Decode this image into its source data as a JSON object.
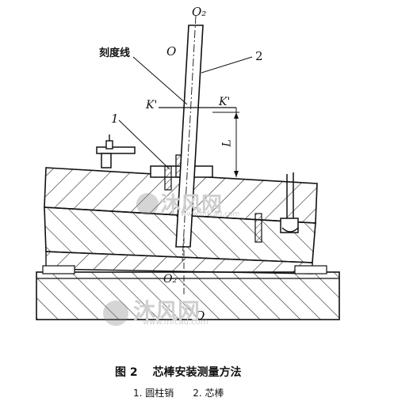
{
  "figure": {
    "labels": {
      "o2_top": "O₂",
      "o2_bottom": "O₂",
      "o_top": "O",
      "o_bottom": "O",
      "k_left": "K'",
      "k_right": "K'",
      "dim_l": "L",
      "part_1": "1",
      "part_2": "2",
      "dial_gauge": "刻度线"
    }
  },
  "caption": {
    "title": "图 2　 芯棒安装测量方法",
    "legend": "1. 圆柱销　　2. 芯棒"
  },
  "watermark": {
    "text_1": "沐风网",
    "url_1": "www.mfcad.com",
    "text_2": "沐风网",
    "url_2": "www.mfcad.com"
  },
  "colors": {
    "line": "#1a1a1a",
    "hatch": "#2a2a2a",
    "watermark": "#c9c9c9"
  }
}
